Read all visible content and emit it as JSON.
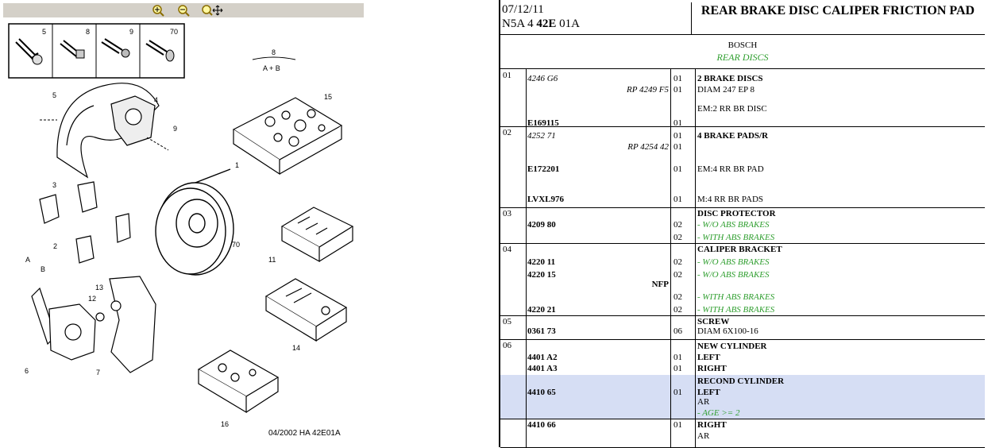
{
  "toolbar": {
    "buttons": [
      {
        "name": "zoom-in",
        "label": "zoom in"
      },
      {
        "name": "zoom-out",
        "label": "zoom out"
      },
      {
        "name": "zoom-move",
        "label": "zoom move"
      }
    ]
  },
  "diagram": {
    "labels": [
      "5",
      "8",
      "9",
      "70",
      "8",
      "A + B",
      "4",
      "5",
      "9",
      "15",
      "3",
      "1",
      "2",
      "11",
      "70",
      "A",
      "B",
      "13",
      "12",
      "14",
      "6",
      "7",
      "16"
    ],
    "footer": "04/2002   HA 42E01A"
  },
  "header": {
    "date": "07/12/11",
    "code_prefix": "N5A 4 ",
    "code_bold": "42E",
    "code_suffix": " 01A",
    "title": "REAR BRAKE DISC CALIPER FRICTION PAD"
  },
  "brand": {
    "maker": "BOSCH",
    "sub": "REAR DISCS"
  },
  "groups": [
    {
      "num": "01",
      "rows": [
        {
          "ref": "4246 G6",
          "ref_style": "it",
          "qty": "01",
          "desc": "2 BRAKE DISCS",
          "desc_style": "desc"
        },
        {
          "ref": "RP 4249 F5",
          "ref_style": "it",
          "ref_align": "right",
          "qty": "01",
          "desc": "DIAM 247 EP 8",
          "desc_style": ""
        },
        {
          "ref": "",
          "qty": "",
          "desc": "EM:2 RR BR DISC",
          "desc_style": ""
        },
        {
          "ref": "E169115",
          "ref_style": "bd",
          "qty": "01",
          "desc": "",
          "desc_style": ""
        }
      ]
    },
    {
      "num": "02",
      "rows": [
        {
          "ref": "4252 71",
          "ref_style": "it",
          "qty": "01",
          "desc": "4 BRAKE PADS/R",
          "desc_style": "desc"
        },
        {
          "ref": "RP 4254 42",
          "ref_style": "it",
          "ref_align": "right",
          "qty": "01",
          "desc": "",
          "desc_style": ""
        },
        {
          "ref": "E172201",
          "ref_style": "bd",
          "qty": "01",
          "desc": "EM:4 RR BR PAD",
          "desc_style": ""
        },
        {
          "ref": "LVXL976",
          "ref_style": "bd",
          "qty": "01",
          "desc": "M:4 RR BR PADS",
          "desc_style": ""
        }
      ]
    },
    {
      "num": "03",
      "rows": [
        {
          "ref": "",
          "qty": "",
          "desc": "DISC PROTECTOR",
          "desc_style": "desc"
        },
        {
          "ref": "4209 80",
          "ref_style": "bd",
          "qty": "02",
          "desc": "- W/O ABS BRAKES",
          "desc_style": "gr"
        },
        {
          "ref": "",
          "qty": "02",
          "desc": "- WITH ABS BRAKES",
          "desc_style": "gr"
        }
      ]
    },
    {
      "num": "04",
      "rows": [
        {
          "ref": "",
          "qty": "",
          "desc": "CALIPER BRACKET",
          "desc_style": "desc"
        },
        {
          "ref": "4220 11",
          "ref_style": "bd",
          "qty": "02",
          "desc": "- W/O ABS BRAKES",
          "desc_style": "gr"
        },
        {
          "ref": "4220 15",
          "ref_style": "bd",
          "qty": "02",
          "desc": "- W/O ABS BRAKES",
          "desc_style": "gr"
        },
        {
          "ref": "NFP",
          "ref_style": "bd",
          "ref_align": "right",
          "qty": "",
          "desc": "",
          "desc_style": ""
        },
        {
          "ref": "",
          "qty": "02",
          "desc": "- WITH ABS BRAKES",
          "desc_style": "gr"
        },
        {
          "ref": "4220 21",
          "ref_style": "bd",
          "qty": "02",
          "desc": "- WITH ABS BRAKES",
          "desc_style": "gr"
        }
      ]
    },
    {
      "num": "05",
      "rows": [
        {
          "ref": "",
          "qty": "",
          "desc": "SCREW",
          "desc_style": "desc"
        },
        {
          "ref": "0361 73",
          "ref_style": "bd",
          "qty": "06",
          "desc": "DIAM 6X100-16",
          "desc_style": ""
        }
      ]
    },
    {
      "num": "06",
      "rows": [
        {
          "ref": "",
          "qty": "",
          "desc": "NEW CYLINDER",
          "desc_style": "desc"
        },
        {
          "ref": "4401 A2",
          "ref_style": "bd",
          "qty": "01",
          "desc": "LEFT",
          "desc_style": "desc"
        },
        {
          "ref": "4401 A3",
          "ref_style": "bd",
          "qty": "01",
          "desc": "RIGHT",
          "desc_style": "desc"
        }
      ]
    },
    {
      "num": "",
      "rows": [
        {
          "ref": "",
          "qty": "",
          "desc": "RECOND CYLINDER",
          "desc_style": "desc"
        },
        {
          "ref": "4410 65",
          "ref_style": "bd",
          "qty": "01",
          "desc": "LEFT",
          "desc_style": "desc"
        },
        {
          "ref": "",
          "qty": "",
          "desc": "AR",
          "desc_style": ""
        },
        {
          "ref": "",
          "qty": "",
          "desc": "- AGE >= 2",
          "desc_style": "gr"
        }
      ]
    },
    {
      "num": "",
      "rows": [
        {
          "ref": "4410 66",
          "ref_style": "bd",
          "qty": "01",
          "desc": "RIGHT",
          "desc_style": "desc"
        },
        {
          "ref": "",
          "qty": "",
          "desc": "AR",
          "desc_style": ""
        }
      ]
    }
  ]
}
